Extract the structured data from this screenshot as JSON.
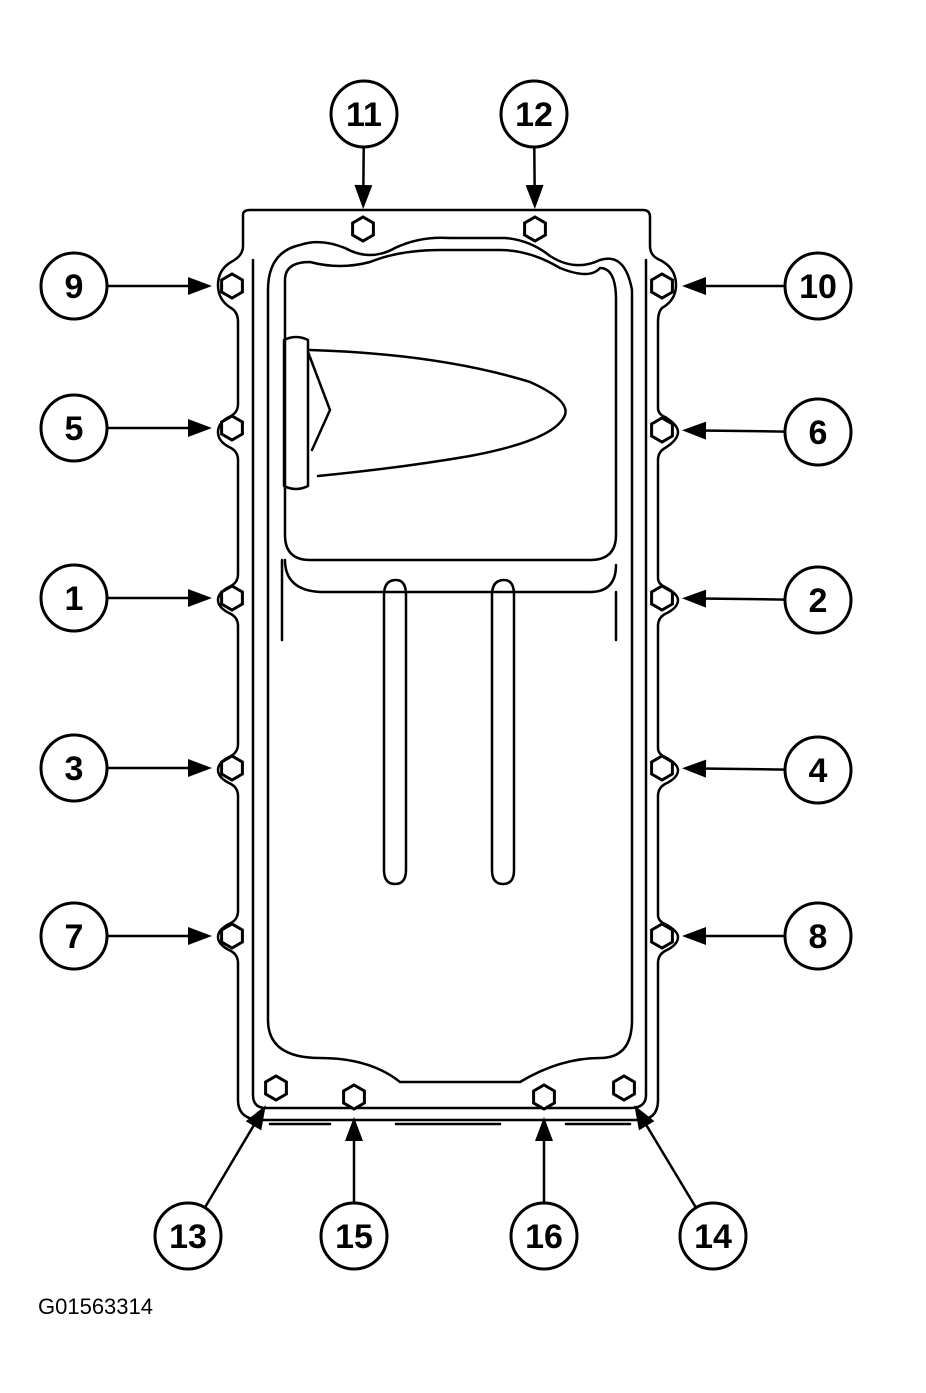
{
  "figure_id": "G01563314",
  "callouts": [
    {
      "label": "11"
    },
    {
      "label": "12"
    },
    {
      "label": "9"
    },
    {
      "label": "10"
    },
    {
      "label": "5"
    },
    {
      "label": "6"
    },
    {
      "label": "1"
    },
    {
      "label": "2"
    },
    {
      "label": "3"
    },
    {
      "label": "4"
    },
    {
      "label": "7"
    },
    {
      "label": "8"
    },
    {
      "label": "13"
    },
    {
      "label": "15"
    },
    {
      "label": "16"
    },
    {
      "label": "14"
    }
  ]
}
